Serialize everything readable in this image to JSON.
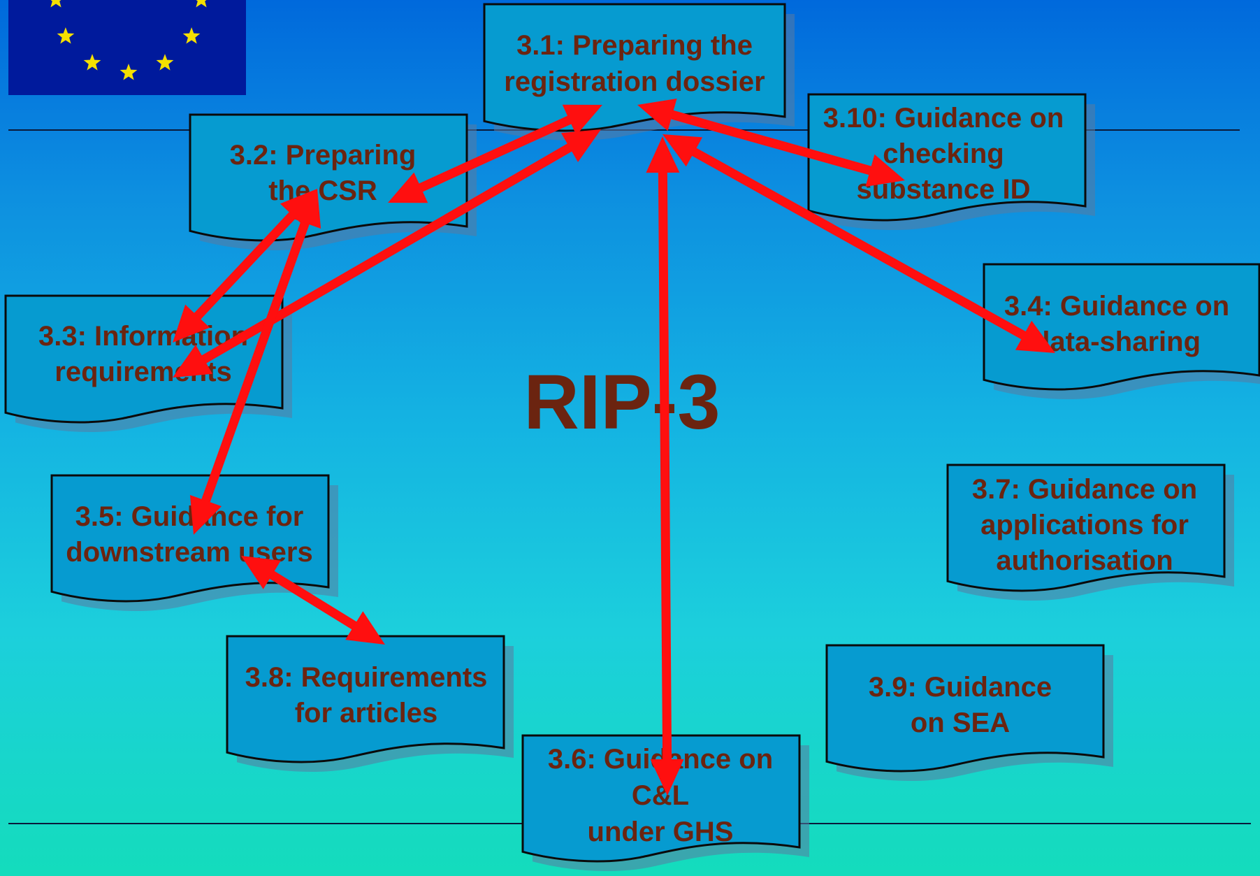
{
  "title": "RIP-3",
  "flag": {
    "name": "EU flag",
    "star_color": "#f5e000",
    "bg_color": "#001a9c"
  },
  "colors": {
    "box_fill": "#069bd0",
    "box_stroke": "#0a0a0a",
    "text": "#6b2410",
    "arrow": "#ff0f0f",
    "shadow": "#5a7aa0"
  },
  "boxes": [
    {
      "id": "3.1",
      "lines": [
        "3.1: Preparing the",
        "registration dossier"
      ]
    },
    {
      "id": "3.2",
      "lines": [
        "3.2: Preparing",
        "the CSR"
      ]
    },
    {
      "id": "3.10",
      "lines": [
        "3.10: Guidance on",
        "checking",
        "substance ID"
      ]
    },
    {
      "id": "3.3",
      "lines": [
        "3.3: Information",
        "requirements"
      ]
    },
    {
      "id": "3.4",
      "lines": [
        "3.4: Guidance on",
        "data-sharing"
      ]
    },
    {
      "id": "3.5",
      "lines": [
        "3.5: Guidance for",
        "downstream users"
      ]
    },
    {
      "id": "3.7",
      "lines": [
        "3.7: Guidance on",
        "applications for",
        "authorisation"
      ]
    },
    {
      "id": "3.8",
      "lines": [
        "3.8: Requirements",
        "for articles"
      ]
    },
    {
      "id": "3.9",
      "lines": [
        "3.9: Guidance",
        "on SEA"
      ]
    },
    {
      "id": "3.6",
      "lines": [
        "3.6: Guidance on",
        "C&L",
        "under GHS"
      ]
    }
  ],
  "links": [
    {
      "from": "3.1",
      "to": "3.2"
    },
    {
      "from": "3.1",
      "to": "3.3"
    },
    {
      "from": "3.1",
      "to": "3.10"
    },
    {
      "from": "3.1",
      "to": "3.4"
    },
    {
      "from": "3.1",
      "to": "3.6"
    },
    {
      "from": "3.2",
      "to": "3.3"
    },
    {
      "from": "3.2",
      "to": "3.5"
    },
    {
      "from": "3.5",
      "to": "3.8"
    }
  ]
}
